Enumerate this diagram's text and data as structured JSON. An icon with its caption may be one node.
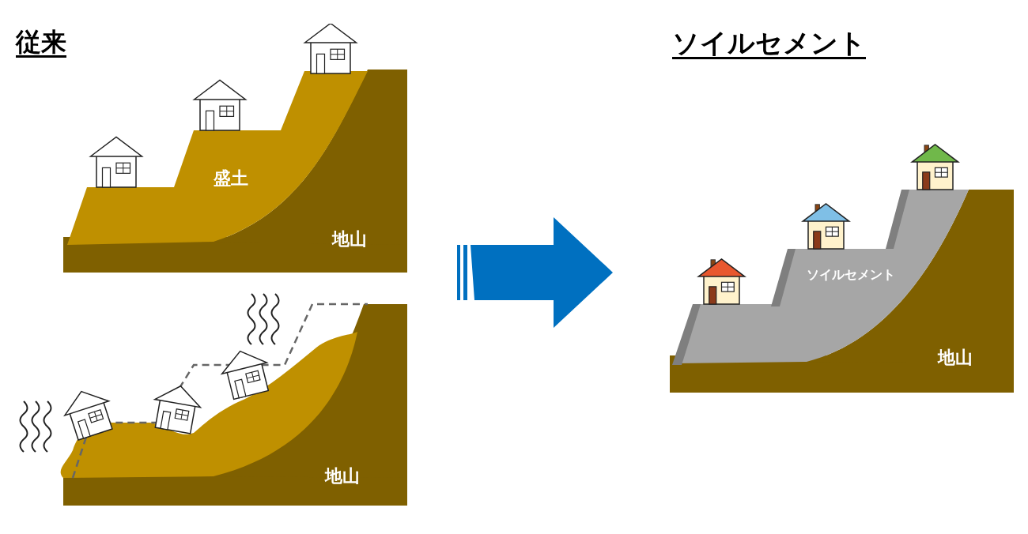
{
  "diagram": {
    "nodes": [
      {
        "text": [
          "盛土",
          "地山"
        ]
      },
      {
        "text": [
          "地山"
        ]
      },
      {
        "text": [
          "ソイルセメント",
          "地山"
        ]
      }
    ],
    "edges": [
      {
        "from": 0,
        "to": 2,
        "arrow": "to"
      },
      {
        "from": 1,
        "to": 2,
        "arrow": "to"
      }
    ],
    "labels": [
      "従来",
      "ソイルセメント"
    ]
  }
}
